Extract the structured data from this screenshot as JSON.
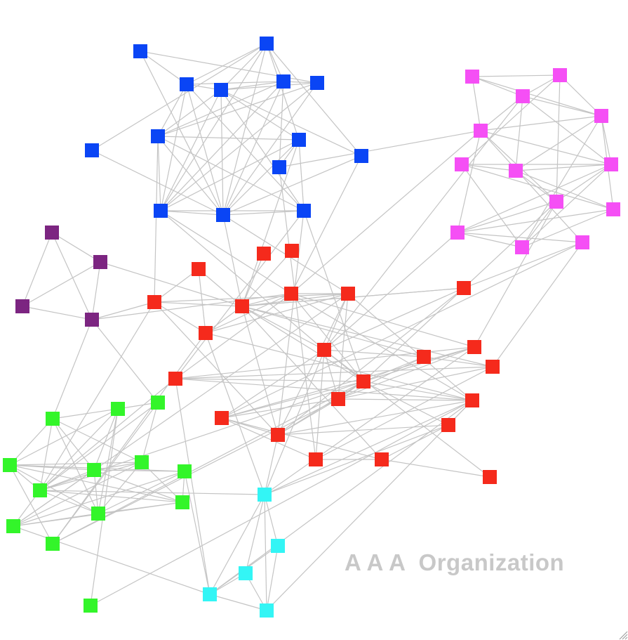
{
  "watermark": {
    "text": "A A A  Organization"
  },
  "group_colors": {
    "blue": "#0a45f5",
    "magenta": "#f54ff5",
    "purple": "#7c2581",
    "red": "#f52a1c",
    "green": "#33f52a",
    "cyan": "#33f5f5"
  },
  "edge_color": "#c4c4c4",
  "network": {
    "nodes": [
      {
        "id": "b1",
        "group": "blue"
      },
      {
        "id": "b2",
        "group": "blue"
      },
      {
        "id": "b3",
        "group": "blue"
      },
      {
        "id": "b4",
        "group": "blue"
      },
      {
        "id": "b5",
        "group": "blue"
      },
      {
        "id": "b6",
        "group": "blue"
      },
      {
        "id": "b7",
        "group": "blue"
      },
      {
        "id": "b8",
        "group": "blue"
      },
      {
        "id": "b9",
        "group": "blue"
      },
      {
        "id": "b10",
        "group": "blue"
      },
      {
        "id": "b11",
        "group": "blue"
      },
      {
        "id": "b12",
        "group": "blue"
      },
      {
        "id": "b13",
        "group": "blue"
      },
      {
        "id": "b14",
        "group": "blue"
      },
      {
        "id": "m1",
        "group": "magenta"
      },
      {
        "id": "m2",
        "group": "magenta"
      },
      {
        "id": "m3",
        "group": "magenta"
      },
      {
        "id": "m4",
        "group": "magenta"
      },
      {
        "id": "m5",
        "group": "magenta"
      },
      {
        "id": "m6",
        "group": "magenta"
      },
      {
        "id": "m7",
        "group": "magenta"
      },
      {
        "id": "m8",
        "group": "magenta"
      },
      {
        "id": "m9",
        "group": "magenta"
      },
      {
        "id": "m10",
        "group": "magenta"
      },
      {
        "id": "m11",
        "group": "magenta"
      },
      {
        "id": "m12",
        "group": "magenta"
      },
      {
        "id": "m13",
        "group": "magenta"
      },
      {
        "id": "p1",
        "group": "purple"
      },
      {
        "id": "p2",
        "group": "purple"
      },
      {
        "id": "p3",
        "group": "purple"
      },
      {
        "id": "p4",
        "group": "purple"
      },
      {
        "id": "r1",
        "group": "red"
      },
      {
        "id": "r2",
        "group": "red"
      },
      {
        "id": "r3",
        "group": "red"
      },
      {
        "id": "r4",
        "group": "red"
      },
      {
        "id": "r5",
        "group": "red"
      },
      {
        "id": "r6",
        "group": "red"
      },
      {
        "id": "r7",
        "group": "red"
      },
      {
        "id": "r8",
        "group": "red"
      },
      {
        "id": "r9",
        "group": "red"
      },
      {
        "id": "r10",
        "group": "red"
      },
      {
        "id": "r11",
        "group": "red"
      },
      {
        "id": "r12",
        "group": "red"
      },
      {
        "id": "r13",
        "group": "red"
      },
      {
        "id": "r14",
        "group": "red"
      },
      {
        "id": "r15",
        "group": "red"
      },
      {
        "id": "r16",
        "group": "red"
      },
      {
        "id": "r17",
        "group": "red"
      },
      {
        "id": "r18",
        "group": "red"
      },
      {
        "id": "r19",
        "group": "red"
      },
      {
        "id": "r20",
        "group": "red"
      },
      {
        "id": "r21",
        "group": "red"
      },
      {
        "id": "r22",
        "group": "red"
      },
      {
        "id": "r23",
        "group": "red"
      },
      {
        "id": "g1",
        "group": "green"
      },
      {
        "id": "g2",
        "group": "green"
      },
      {
        "id": "g3",
        "group": "green"
      },
      {
        "id": "g4",
        "group": "green"
      },
      {
        "id": "g5",
        "group": "green"
      },
      {
        "id": "g6",
        "group": "green"
      },
      {
        "id": "g7",
        "group": "green"
      },
      {
        "id": "g8",
        "group": "green"
      },
      {
        "id": "g9",
        "group": "green"
      },
      {
        "id": "g10",
        "group": "green"
      },
      {
        "id": "g11",
        "group": "green"
      },
      {
        "id": "g12",
        "group": "green"
      },
      {
        "id": "g13",
        "group": "green"
      },
      {
        "id": "c1",
        "group": "cyan"
      },
      {
        "id": "c2",
        "group": "cyan"
      },
      {
        "id": "c3",
        "group": "cyan"
      },
      {
        "id": "c4",
        "group": "cyan"
      },
      {
        "id": "c5",
        "group": "cyan"
      }
    ],
    "edges": [
      [
        "b1",
        "b6"
      ],
      [
        "b1",
        "b3"
      ],
      [
        "b1",
        "b13"
      ],
      [
        "b2",
        "b4"
      ],
      [
        "b2",
        "b3"
      ],
      [
        "b2",
        "b5"
      ],
      [
        "b2",
        "b7"
      ],
      [
        "b2",
        "b9"
      ],
      [
        "b2",
        "b12"
      ],
      [
        "b2",
        "b13"
      ],
      [
        "b2",
        "b10"
      ],
      [
        "b3",
        "b4"
      ],
      [
        "b3",
        "b5"
      ],
      [
        "b3",
        "b8"
      ],
      [
        "b3",
        "b12"
      ],
      [
        "b3",
        "b13"
      ],
      [
        "b3",
        "b14"
      ],
      [
        "b4",
        "b5"
      ],
      [
        "b4",
        "b6"
      ],
      [
        "b4",
        "b8"
      ],
      [
        "b4",
        "b9"
      ],
      [
        "b4",
        "b12"
      ],
      [
        "b4",
        "b13"
      ],
      [
        "b4",
        "b10"
      ],
      [
        "b5",
        "b6"
      ],
      [
        "b5",
        "b8"
      ],
      [
        "b5",
        "b11"
      ],
      [
        "b5",
        "b12"
      ],
      [
        "b5",
        "b13"
      ],
      [
        "b6",
        "b8"
      ],
      [
        "b6",
        "b12"
      ],
      [
        "b6",
        "b13"
      ],
      [
        "b7",
        "b13"
      ],
      [
        "b8",
        "b9"
      ],
      [
        "b8",
        "b12"
      ],
      [
        "b8",
        "b13"
      ],
      [
        "b8",
        "b14"
      ],
      [
        "b9",
        "b11"
      ],
      [
        "b9",
        "b12"
      ],
      [
        "b9",
        "b13"
      ],
      [
        "b9",
        "b14"
      ],
      [
        "b4",
        "b14"
      ],
      [
        "b10",
        "b13"
      ],
      [
        "b12",
        "b13"
      ],
      [
        "b12",
        "b14"
      ],
      [
        "b13",
        "b14"
      ],
      [
        "b11",
        "m5"
      ],
      [
        "b11",
        "r21"
      ],
      [
        "b10",
        "r5"
      ],
      [
        "b12",
        "r5"
      ],
      [
        "b13",
        "r6"
      ],
      [
        "b13",
        "r7"
      ],
      [
        "b14",
        "r13"
      ],
      [
        "b14",
        "r19"
      ],
      [
        "b8",
        "r4"
      ],
      [
        "b9",
        "r6"
      ],
      [
        "b14",
        "r11"
      ],
      [
        "b12",
        "r10"
      ],
      [
        "m1",
        "m2"
      ],
      [
        "m1",
        "m3"
      ],
      [
        "m1",
        "m4"
      ],
      [
        "m1",
        "m5"
      ],
      [
        "m2",
        "m3"
      ],
      [
        "m2",
        "m4"
      ],
      [
        "m2",
        "m6"
      ],
      [
        "m3",
        "m4"
      ],
      [
        "m3",
        "m5"
      ],
      [
        "m3",
        "m7"
      ],
      [
        "m3",
        "m8"
      ],
      [
        "m4",
        "m5"
      ],
      [
        "m4",
        "m7"
      ],
      [
        "m4",
        "m8"
      ],
      [
        "m4",
        "m10"
      ],
      [
        "m4",
        "m12"
      ],
      [
        "m5",
        "m9"
      ],
      [
        "m5",
        "m11"
      ],
      [
        "m5",
        "m13"
      ],
      [
        "m6",
        "m7"
      ],
      [
        "m6",
        "m8"
      ],
      [
        "m6",
        "m10"
      ],
      [
        "m6",
        "m12"
      ],
      [
        "m7",
        "m8"
      ],
      [
        "m7",
        "m9"
      ],
      [
        "m7",
        "m10"
      ],
      [
        "m8",
        "m9"
      ],
      [
        "m8",
        "m11"
      ],
      [
        "m8",
        "m12"
      ],
      [
        "m9",
        "m12"
      ],
      [
        "m9",
        "m11"
      ],
      [
        "m10",
        "m11"
      ],
      [
        "m10",
        "m12"
      ],
      [
        "m11",
        "m12"
      ],
      [
        "m11",
        "m13"
      ],
      [
        "m2",
        "m9"
      ],
      [
        "m5",
        "m8"
      ],
      [
        "m9",
        "r8"
      ],
      [
        "m13",
        "r8"
      ],
      [
        "m13",
        "r18"
      ],
      [
        "m11",
        "r10"
      ],
      [
        "m5",
        "r5"
      ],
      [
        "m9",
        "r14"
      ],
      [
        "m13",
        "r15"
      ],
      [
        "m3",
        "r10"
      ],
      [
        "p1",
        "p2"
      ],
      [
        "p1",
        "p3"
      ],
      [
        "p1",
        "p4"
      ],
      [
        "p2",
        "p3"
      ],
      [
        "p2",
        "p4"
      ],
      [
        "p3",
        "p4"
      ],
      [
        "p2",
        "r6"
      ],
      [
        "p4",
        "r4"
      ],
      [
        "p4",
        "g1"
      ],
      [
        "p4",
        "g3"
      ],
      [
        "p4",
        "r5"
      ],
      [
        "r1",
        "r6"
      ],
      [
        "r2",
        "r6"
      ],
      [
        "r3",
        "r6"
      ],
      [
        "r3",
        "r4"
      ],
      [
        "r3",
        "r9"
      ],
      [
        "r4",
        "r6"
      ],
      [
        "r4",
        "r9"
      ],
      [
        "r4",
        "r7"
      ],
      [
        "r4",
        "r19"
      ],
      [
        "r5",
        "r6"
      ],
      [
        "r5",
        "r7"
      ],
      [
        "r5",
        "r9"
      ],
      [
        "r5",
        "r11"
      ],
      [
        "r5",
        "r13"
      ],
      [
        "r5",
        "r14"
      ],
      [
        "r5",
        "r17"
      ],
      [
        "r6",
        "r7"
      ],
      [
        "r6",
        "r8"
      ],
      [
        "r6",
        "r9"
      ],
      [
        "r6",
        "r10"
      ],
      [
        "r6",
        "r12"
      ],
      [
        "r6",
        "r13"
      ],
      [
        "r6",
        "r15"
      ],
      [
        "r6",
        "r19"
      ],
      [
        "r6",
        "r22"
      ],
      [
        "r7",
        "r9"
      ],
      [
        "r7",
        "r16"
      ],
      [
        "r7",
        "r17"
      ],
      [
        "r7",
        "r19"
      ],
      [
        "r8",
        "r6"
      ],
      [
        "r8",
        "r10"
      ],
      [
        "r8",
        "r13"
      ],
      [
        "r10",
        "r12"
      ],
      [
        "r10",
        "r13"
      ],
      [
        "r10",
        "r18"
      ],
      [
        "r10",
        "r16"
      ],
      [
        "r10",
        "r21"
      ],
      [
        "r10",
        "r23"
      ],
      [
        "r11",
        "r13"
      ],
      [
        "r11",
        "r14"
      ],
      [
        "r11",
        "r15"
      ],
      [
        "r11",
        "r17"
      ],
      [
        "r12",
        "r13"
      ],
      [
        "r12",
        "r15"
      ],
      [
        "r12",
        "r16"
      ],
      [
        "r13",
        "r14"
      ],
      [
        "r13",
        "r16"
      ],
      [
        "r13",
        "r17"
      ],
      [
        "r13",
        "r18"
      ],
      [
        "r13",
        "r19"
      ],
      [
        "r13",
        "r20"
      ],
      [
        "r14",
        "r16"
      ],
      [
        "r14",
        "r18"
      ],
      [
        "r15",
        "r16"
      ],
      [
        "r15",
        "r21"
      ],
      [
        "r16",
        "r17"
      ],
      [
        "r16",
        "r18"
      ],
      [
        "r16",
        "r19"
      ],
      [
        "r17",
        "r19"
      ],
      [
        "r17",
        "r20"
      ],
      [
        "r18",
        "r19"
      ],
      [
        "r18",
        "r21"
      ],
      [
        "r18",
        "r22"
      ],
      [
        "r19",
        "r20"
      ],
      [
        "r20",
        "r22"
      ],
      [
        "r21",
        "r22"
      ],
      [
        "r22",
        "r23"
      ],
      [
        "r8",
        "r19"
      ],
      [
        "r9",
        "r17"
      ],
      [
        "r4",
        "g8"
      ],
      [
        "r7",
        "g11"
      ],
      [
        "r9",
        "g12"
      ],
      [
        "r11",
        "g8"
      ],
      [
        "r13",
        "g8"
      ],
      [
        "r14",
        "c1"
      ],
      [
        "r16",
        "g12"
      ],
      [
        "r17",
        "c1"
      ],
      [
        "r17",
        "c4"
      ],
      [
        "r17",
        "c5"
      ],
      [
        "r17",
        "g13"
      ],
      [
        "r19",
        "c1"
      ],
      [
        "r20",
        "c1"
      ],
      [
        "r13",
        "g12"
      ],
      [
        "g1",
        "g2"
      ],
      [
        "g1",
        "g4"
      ],
      [
        "g1",
        "g5"
      ],
      [
        "g1",
        "g6"
      ],
      [
        "g1",
        "g8"
      ],
      [
        "g1",
        "g9"
      ],
      [
        "g2",
        "g3"
      ],
      [
        "g2",
        "g4"
      ],
      [
        "g2",
        "g5"
      ],
      [
        "g2",
        "g8"
      ],
      [
        "g2",
        "g9"
      ],
      [
        "g3",
        "g6"
      ],
      [
        "g3",
        "g8"
      ],
      [
        "g3",
        "g12"
      ],
      [
        "g4",
        "g5"
      ],
      [
        "g4",
        "g6"
      ],
      [
        "g4",
        "g7"
      ],
      [
        "g4",
        "g8"
      ],
      [
        "g4",
        "g9"
      ],
      [
        "g4",
        "g10"
      ],
      [
        "g5",
        "g6"
      ],
      [
        "g5",
        "g7"
      ],
      [
        "g5",
        "g8"
      ],
      [
        "g5",
        "g9"
      ],
      [
        "g5",
        "g10"
      ],
      [
        "g5",
        "g11"
      ],
      [
        "g6",
        "g8"
      ],
      [
        "g6",
        "g9"
      ],
      [
        "g6",
        "g10"
      ],
      [
        "g6",
        "g11"
      ],
      [
        "g7",
        "g9"
      ],
      [
        "g7",
        "g10"
      ],
      [
        "g7",
        "g11"
      ],
      [
        "g8",
        "g9"
      ],
      [
        "g8",
        "g10"
      ],
      [
        "g8",
        "g11"
      ],
      [
        "g9",
        "g10"
      ],
      [
        "g9",
        "g11"
      ],
      [
        "g10",
        "g11"
      ],
      [
        "g4",
        "g12"
      ],
      [
        "g2",
        "g13"
      ],
      [
        "c1",
        "c2"
      ],
      [
        "c1",
        "c3"
      ],
      [
        "c1",
        "c4"
      ],
      [
        "c1",
        "c5"
      ],
      [
        "c3",
        "c4"
      ],
      [
        "c3",
        "c5"
      ],
      [
        "c4",
        "c5"
      ],
      [
        "c2",
        "c4"
      ],
      [
        "c2",
        "c5"
      ],
      [
        "c1",
        "g8"
      ],
      [
        "c4",
        "g7"
      ],
      [
        "c4",
        "g11"
      ],
      [
        "c1",
        "r7"
      ],
      [
        "c1",
        "r9"
      ],
      [
        "c4",
        "r11"
      ]
    ]
  }
}
